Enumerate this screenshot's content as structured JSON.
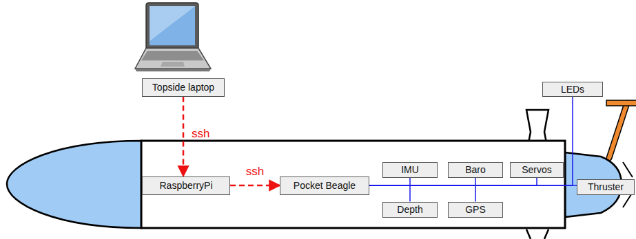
{
  "diagram": {
    "nodes": [
      {
        "text": [
          "Topside laptop"
        ]
      },
      {
        "text": [
          "RaspberryPi"
        ]
      },
      {
        "text": [
          "Pocket Beagle"
        ]
      },
      {
        "text": [
          "IMU"
        ]
      },
      {
        "text": [
          "Baro"
        ]
      },
      {
        "text": [
          "Servos"
        ]
      },
      {
        "text": [
          "LEDs"
        ]
      },
      {
        "text": [
          "Depth"
        ]
      },
      {
        "text": [
          "GPS"
        ]
      },
      {
        "text": [
          "Thruster"
        ]
      }
    ],
    "edges": [
      {
        "from": 0,
        "to": 1,
        "label": "ssh",
        "arrow": "to"
      },
      {
        "from": 1,
        "to": 2,
        "label": "ssh",
        "arrow": "to"
      },
      {
        "from": 2,
        "to": 3,
        "arrow": "none"
      },
      {
        "from": 2,
        "to": 7,
        "arrow": "none"
      },
      {
        "from": 2,
        "to": 4,
        "arrow": "none"
      },
      {
        "from": 2,
        "to": 8,
        "arrow": "none"
      },
      {
        "from": 2,
        "to": 5,
        "arrow": "none"
      },
      {
        "from": 2,
        "to": 6,
        "arrow": "none"
      },
      {
        "from": 2,
        "to": 9,
        "arrow": "none"
      }
    ]
  }
}
